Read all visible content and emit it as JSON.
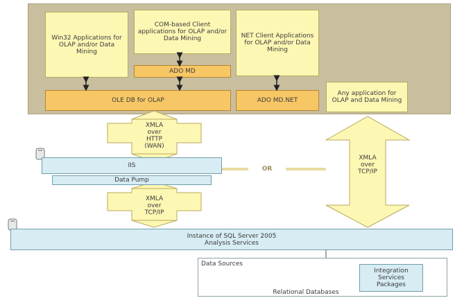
{
  "top_panel": {
    "win32_label": "Win32 Applications for OLAP and/or Data Mining",
    "com_label": "COM-based Client applications for OLAP and/or Data Mining",
    "net_label": "NET Client Applications for OLAP and/or Data Mining",
    "ado_md": "ADO MD",
    "ole_db": "OLE DB for OLAP",
    "ado_md_net": "ADO MD.NET",
    "any_app": "Any application for OLAP and Data Mining"
  },
  "middle": {
    "xmla_http": [
      "XMLA",
      "over",
      "HTTP",
      "(WAN)"
    ],
    "iis": "IIS",
    "data_pump": "Data Pump",
    "or": "OR",
    "xmla_tcp_left": [
      "XMLA",
      "over",
      "TCP/IP"
    ],
    "xmla_tcp_right": [
      "XMLA",
      "over",
      "TCP/IP"
    ]
  },
  "bottom": {
    "instance": [
      "Instance of SQL Server 2005",
      "Analysis Services"
    ],
    "data_sources": "Data Sources",
    "relational": "Relational Databases",
    "integration": [
      "Integration",
      "Services",
      "Packages"
    ]
  },
  "colors": {
    "panel": "#c9bf9f",
    "yellow": "#fdf7b4",
    "orange": "#f7c766",
    "blue": "#d7ecf3"
  }
}
